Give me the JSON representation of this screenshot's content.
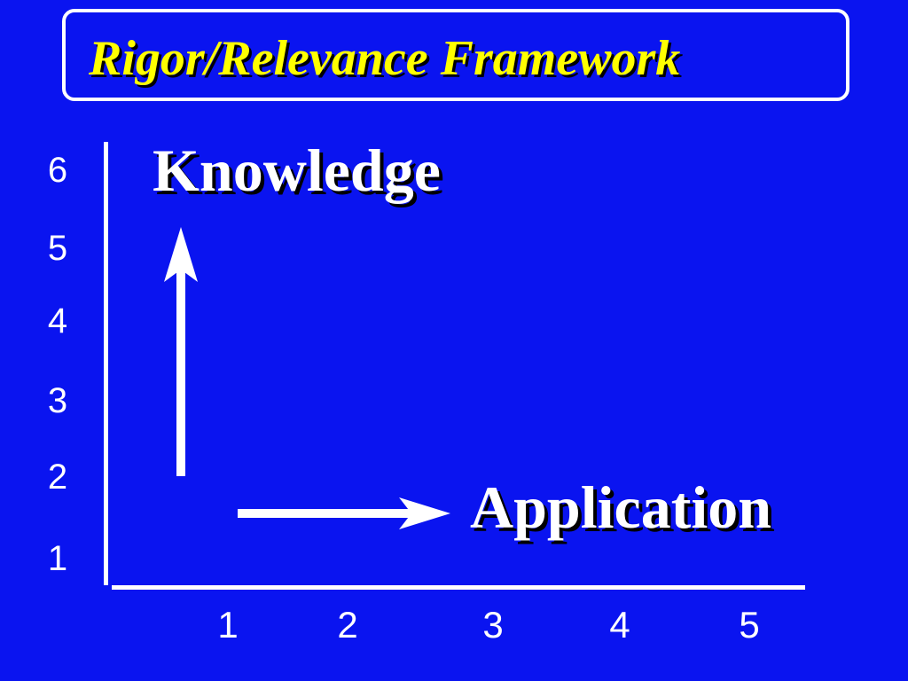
{
  "title": "Rigor/Relevance Framework",
  "vertical_axis": {
    "label": "Knowledge",
    "ticks": [
      "6",
      "5",
      "4",
      "3",
      "2",
      "1"
    ]
  },
  "horizontal_axis": {
    "label": "Application",
    "ticks": [
      "1",
      "2",
      "3",
      "4",
      "5"
    ]
  },
  "colors": {
    "background": "#0a14f0",
    "title_text": "#ffff00",
    "foreground": "#ffffff"
  }
}
